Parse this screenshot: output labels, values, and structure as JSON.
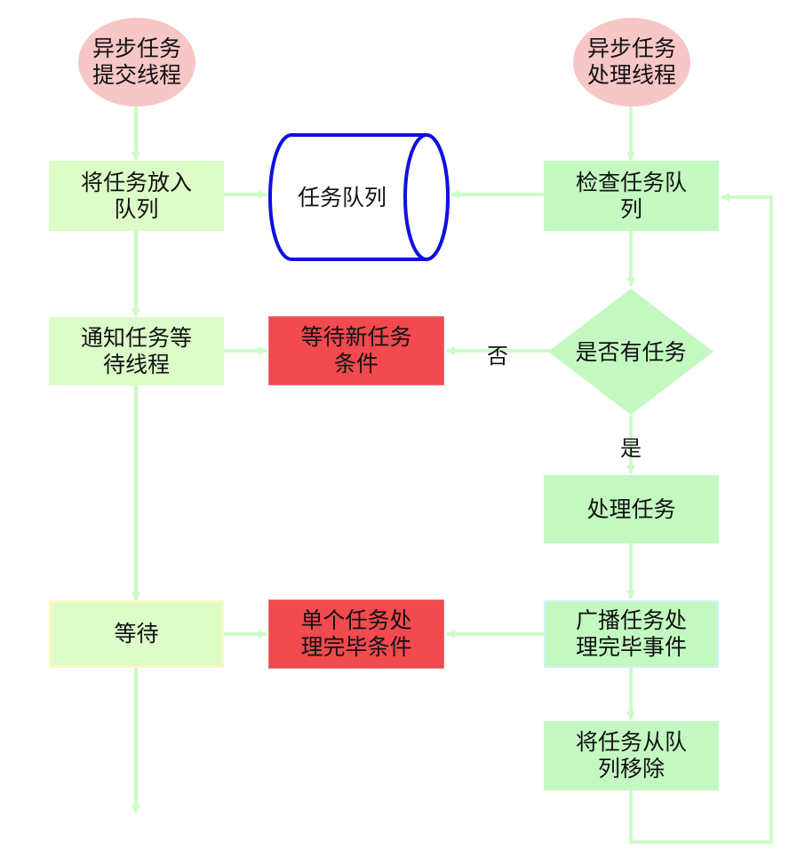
{
  "nodes": {
    "submit_thread": "异步任务提交线程",
    "process_thread": "异步任务处理线程",
    "put_in_queue": "将任务放入队列",
    "task_queue": "任务队列",
    "check_queue": "检查任务队列",
    "notify_waiting": "通知任务等待线程",
    "wait_new_task_condition": "等待新任务条件",
    "has_task_decision": "是否有任务",
    "process_task": "处理任务",
    "wait": "等待",
    "single_task_done_condition": "单个任务处理完毕条件",
    "broadcast_done_event": "广播任务处理完毕事件",
    "remove_from_queue": "将任务从队列移除"
  },
  "edge_labels": {
    "no": "否",
    "yes": "是"
  },
  "colors": {
    "arrow": "#cdfbc7",
    "oval": "#f7c6c6",
    "box_light": "#dcfcc8",
    "box_green": "#c3f9c1",
    "condition_red": "#f24a4f",
    "queue_stroke": "#1010e0"
  }
}
